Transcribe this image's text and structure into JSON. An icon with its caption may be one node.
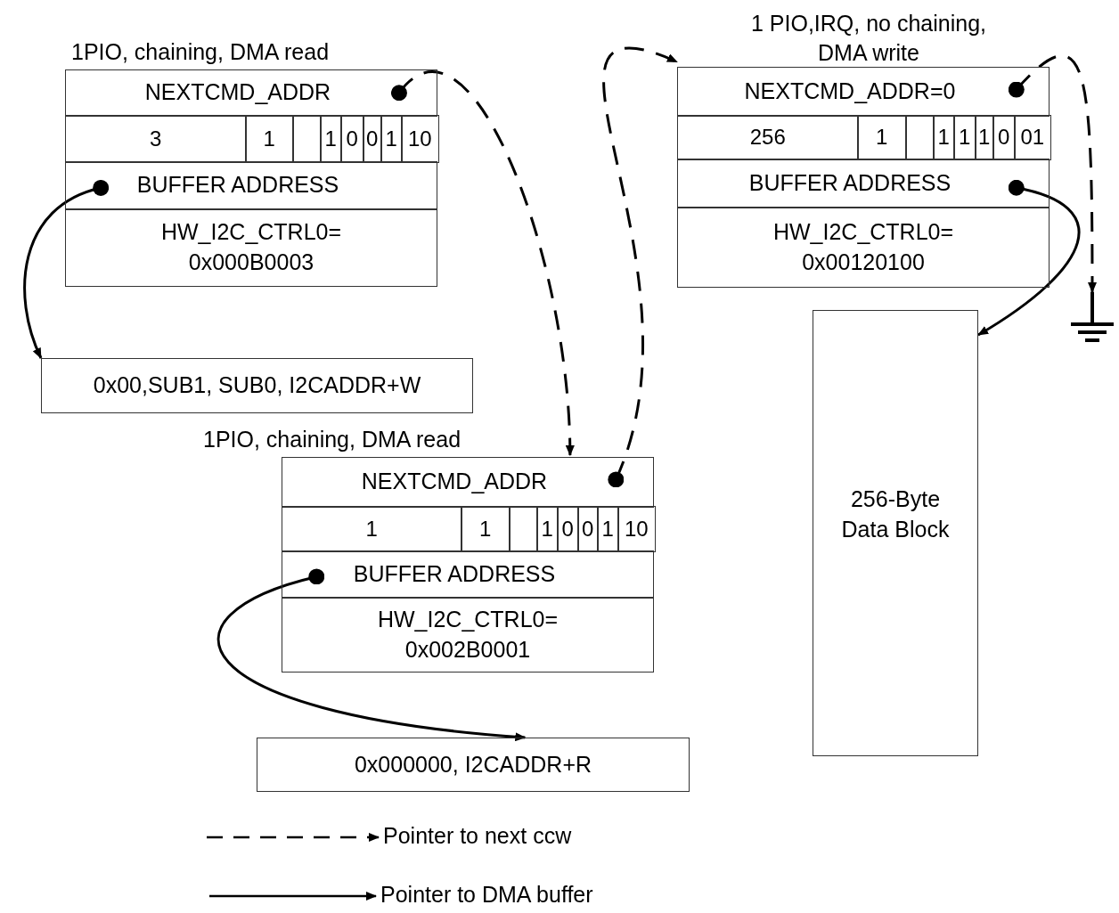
{
  "diagram": {
    "nodes": [
      {
        "text": [
          "1PIO, chaining, DMA read"
        ]
      },
      {
        "text": [
          "NEXTCMD_ADDR"
        ],
        "in": 0
      },
      {
        "text": [
          "3"
        ],
        "in": 0
      },
      {
        "text": [
          "1"
        ],
        "in": 0
      },
      {
        "text": [],
        "shape": "box",
        "in": 0
      },
      {
        "text": [
          "1"
        ],
        "in": 0
      },
      {
        "text": [
          "0"
        ],
        "in": 0
      },
      {
        "text": [
          "0"
        ],
        "in": 0
      },
      {
        "text": [
          "1"
        ],
        "in": 0
      },
      {
        "text": [
          "10"
        ],
        "in": 0
      },
      {
        "text": [
          "BUFFER ADDRESS"
        ],
        "in": 0
      },
      {
        "text": [
          "HW_I2C_CTRL0= 0x000B0003"
        ],
        "in": 0
      },
      {
        "text": [
          "0x00,SUB1, SUB0, I2CADDR+W"
        ]
      },
      {
        "text": [
          "1PIO, chaining, DMA read"
        ]
      },
      {
        "text": [
          "NEXTCMD_ADDR"
        ],
        "in": 13
      },
      {
        "text": [
          "1"
        ],
        "in": 13
      },
      {
        "text": [
          "1"
        ],
        "in": 13
      },
      {
        "text": [],
        "shape": "box",
        "in": 13
      },
      {
        "text": [
          "1"
        ],
        "in": 13
      },
      {
        "text": [
          "0"
        ],
        "in": 13
      },
      {
        "text": [
          "0"
        ],
        "in": 13
      },
      {
        "text": [
          "1"
        ],
        "in": 13
      },
      {
        "text": [
          "10"
        ],
        "in": 13
      },
      {
        "text": [
          "BUFFER ADDRESS"
        ],
        "in": 13
      },
      {
        "text": [
          "HW_I2C_CTRL0= 0x002B0001"
        ],
        "in": 13
      },
      {
        "text": [
          "0x000000, I2CADDR+R"
        ]
      },
      {
        "text": [
          "1 PIO,IRQ, no chaining, DMA write"
        ]
      },
      {
        "text": [
          "NEXTCMD_ADDR=0"
        ],
        "in": 26
      },
      {
        "text": [
          "256"
        ],
        "in": 26
      },
      {
        "text": [
          "1"
        ],
        "in": 26
      },
      {
        "text": [],
        "shape": "box",
        "in": 26
      },
      {
        "text": [
          "1"
        ],
        "in": 26
      },
      {
        "text": [
          "1"
        ],
        "in": 26
      },
      {
        "text": [
          "1"
        ],
        "in": 26
      },
      {
        "text": [
          "0"
        ],
        "in": 26
      },
      {
        "text": [
          "01"
        ],
        "in": 26
      },
      {
        "text": [
          "BUFFER ADDRESS"
        ],
        "in": 26
      },
      {
        "text": [
          "HW_I2C_CTRL0= 0x00120100"
        ],
        "in": 26
      },
      {
        "text": [
          "256-Byte Data Block"
        ]
      },
      {
        "text": [],
        "shape": "ground"
      }
    ],
    "edges": [
      {
        "from": 1,
        "to": 13,
        "arrow": "to",
        "style": "dashed"
      },
      {
        "from": 14,
        "to": 26,
        "arrow": "to",
        "style": "dashed"
      },
      {
        "from": 27,
        "to": 39,
        "arrow": "to",
        "style": "dashed"
      },
      {
        "from": 10,
        "to": 12,
        "arrow": "to"
      },
      {
        "from": 23,
        "to": 25,
        "arrow": "to"
      },
      {
        "from": 36,
        "to": 38,
        "arrow": "to"
      }
    ],
    "legend": [
      {
        "text": "Pointer to next ccw"
      },
      {
        "text": "Pointer to DMA buffer"
      }
    ]
  }
}
